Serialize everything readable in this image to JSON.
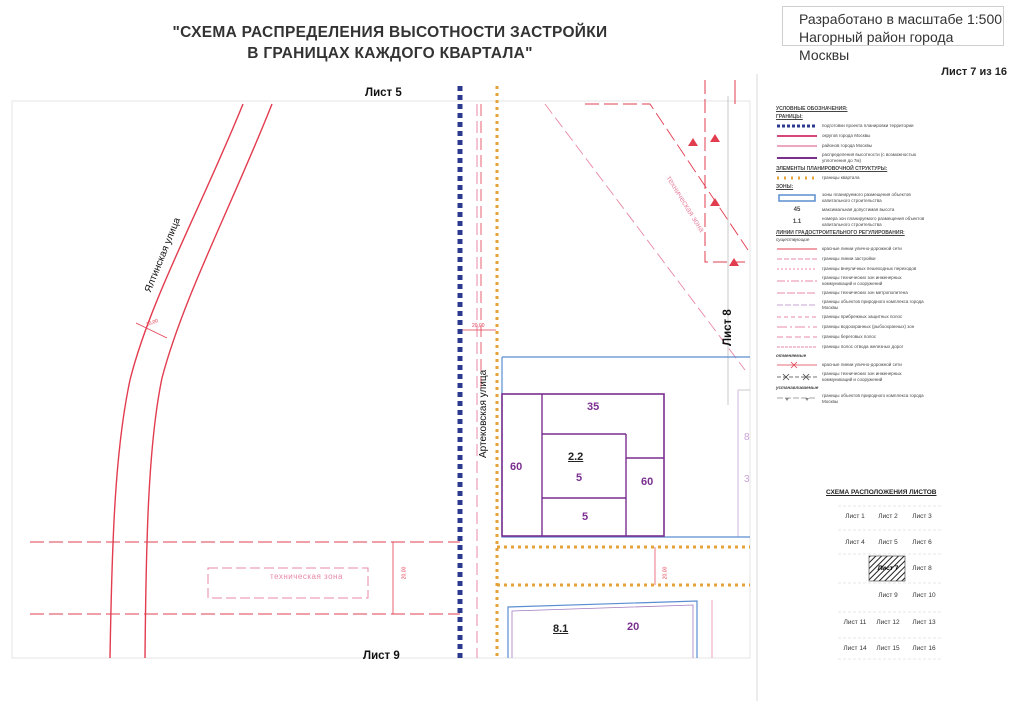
{
  "header": {
    "title_line1": "\"СХЕМА РАСПРЕДЕЛЕНИЯ ВЫСОТНОСТИ ЗАСТРОЙКИ",
    "title_line2": "В ГРАНИЦАХ КАЖДОГО КВАРТАЛА\"",
    "stamp_line1": "Разработано в масштабе 1:500",
    "stamp_line2": "Нагорный район города Москвы",
    "sheet_number": "Лист 7 из 16"
  },
  "map": {
    "sheet_top": "Лист 5",
    "sheet_bottom": "Лист 9",
    "sheet_right": "Лист 8",
    "street_left": "Ялтинская улица",
    "street_center": "Артековская улица",
    "zone_label_top": "техническая зона",
    "zone_label_bottom": "техническая зона",
    "dim_small_1": "20,00",
    "dim_small_2": "20,00",
    "dim_small_3": "20,00",
    "dim_small_4": "20,00",
    "block_main": {
      "id": "2.2",
      "heights": {
        "top": "35",
        "left": "60",
        "center_upper": "5",
        "center_lower": "5",
        "right": "60"
      }
    },
    "block_bottom": {
      "id": "8.1",
      "height": "20"
    },
    "edge_value_1": "8",
    "edge_value_2": "3",
    "colors": {
      "red_line": "#e23c4f",
      "pink_line": "#e889a5",
      "navy_dots": "#2b3a8f",
      "orange_dots": "#e6a23a",
      "purple": "#7a2f8f",
      "blue_zone": "#5b8ed1"
    }
  },
  "legend": {
    "title": "УСЛОВНЫЕ ОБОЗНАЧЕНИЯ:",
    "section_borders": "ГРАНИЦЫ:",
    "items_borders": [
      "подготовки проекта планировки территории",
      "округов города Москвы",
      "районов города Москвы",
      "распределения высотности (с возможностью уплотнения до 7м)"
    ],
    "section_structure": "ЭЛЕМЕНТЫ ПЛАНИРОВОЧНОЙ СТРУКТУРЫ:",
    "item_quarter": "границы квартала",
    "section_zones": "ЗОНЫ:",
    "item_zone": "зоны планируемого размещения объектов капитального строительства",
    "item_height_value": "45",
    "item_height": "максимальная допустимая высота",
    "item_zone_no_value": "1.1",
    "item_zone_no": "номера зон планируемого размещения объектов капитального строительства",
    "section_regulation": "ЛИНИИ ГРАДОСТРОИТЕЛЬНОГО РЕГУЛИРОВАНИЯ:",
    "sub_existing": "существующие",
    "items_existing": [
      "красные линии улично-дорожной сети",
      "границы линии застройки",
      "границы внеуличных пешеходных переходов",
      "границы технических зон инженерных коммуникаций и сооружений",
      "границы технических зон метрополитена",
      "границы объектов природного комплекса города Москвы",
      "границы прибрежных защитных полос",
      "границы водоохранных (рыбоохранных) зон",
      "границы береговых полос",
      "границы полос отвода железных дорог"
    ],
    "sub_cancel": "отменяемые",
    "items_cancel": [
      "красные линии улично-дорожной сети",
      "границы технических зон инженерных коммуникаций и сооружений"
    ],
    "sub_new": "устанавливаемые",
    "items_new": [
      "границы объектов природного комплекса города Москвы"
    ]
  },
  "layout": {
    "title": "СХЕМА РАСПОЛОЖЕНИЯ ЛИСТОВ",
    "sheets": [
      "Лист 1",
      "Лист 2",
      "Лист 3",
      "Лист 4",
      "Лист 5",
      "Лист 6",
      "Лист 7",
      "Лист 8",
      "Лист 9",
      "Лист 10",
      "Лист 11",
      "Лист 12",
      "Лист 13",
      "Лист 14",
      "Лист 15",
      "Лист 16"
    ]
  }
}
